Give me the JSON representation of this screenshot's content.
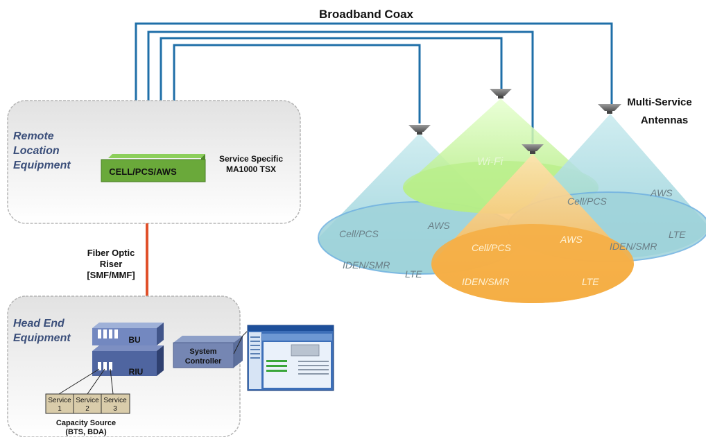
{
  "title": "Broadband Coax",
  "remote": {
    "label_lines": [
      "Remote",
      "Location",
      "Equipment"
    ],
    "unit_label": "CELL/PCS/AWS",
    "caption_lines": [
      "Service Specific",
      "MA1000 TSX"
    ]
  },
  "riser": {
    "label_lines": [
      "Fiber Optic",
      "Riser",
      "[SMF/MMF]"
    ]
  },
  "head_end": {
    "label_lines": [
      "Head End",
      "Equipment"
    ],
    "bu_label": "BU",
    "riu_label": "RIU",
    "controller_lines": [
      "System",
      "Controller"
    ],
    "services": [
      {
        "line1": "Service",
        "line2": "1"
      },
      {
        "line1": "Service",
        "line2": "2"
      },
      {
        "line1": "Service",
        "line2": "3"
      }
    ],
    "capacity_lines": [
      "Capacity Source",
      "(BTS, BDA)"
    ]
  },
  "antennas": {
    "label_lines": [
      "Multi-Service",
      "Antennas"
    ]
  },
  "cones": {
    "left": {
      "labels": [
        "Cell/PCS",
        "AWS",
        "IDEN/SMR",
        "LTE"
      ]
    },
    "green": {
      "labels": [
        "Wi-Fi"
      ]
    },
    "right": {
      "labels": [
        "Cell/PCS",
        "AWS",
        "LTE",
        "IDEN/SMR"
      ]
    },
    "front": {
      "labels": [
        "Cell/PCS",
        "AWS",
        "IDEN/SMR",
        "LTE"
      ]
    }
  },
  "colors": {
    "coax": "#1f6fa8",
    "fiber": "#e0502a",
    "unit_green": "#6aa93a",
    "rack_blue": "#5a6fa8",
    "cone_blue": "#9fd3da",
    "cone_green": "#b9ef8a",
    "cone_orange": "#f7b347"
  }
}
